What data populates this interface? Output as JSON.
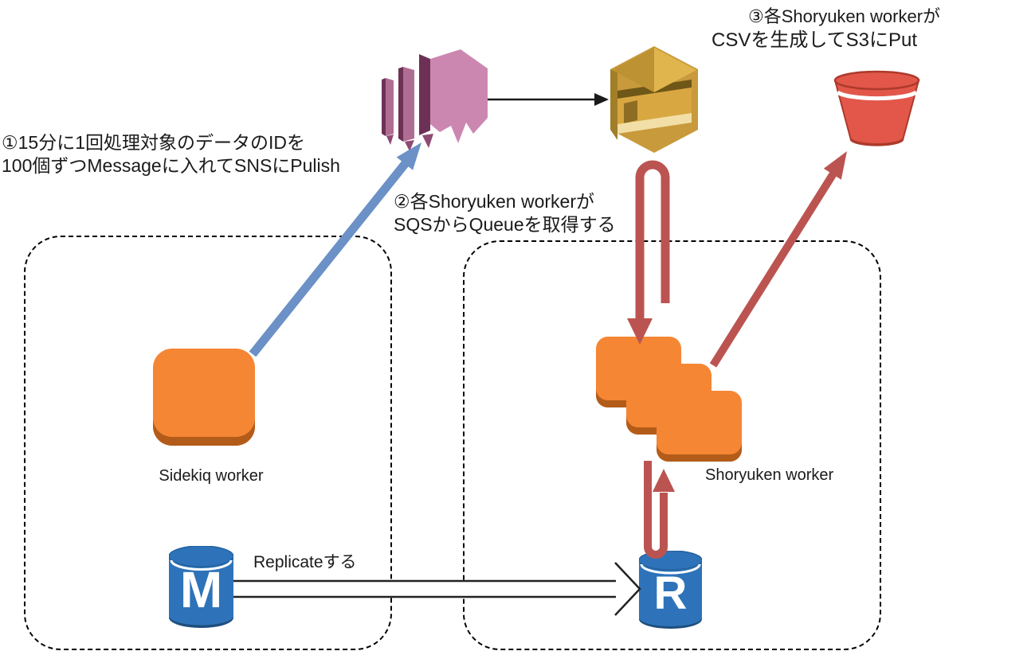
{
  "background": "#FFFFFF",
  "colors": {
    "worker_orange": "#F58634",
    "worker_orange_dark": "#B35C1A",
    "sns_purple_light": "#CC87B1",
    "sns_purple_dark": "#6E3156",
    "sqs_gold": "#D9A741",
    "s3_red": "#E2574A",
    "db_blue": "#2E73B9",
    "arrow_blue": "#6B91C7",
    "arrow_red": "#BB5451",
    "outline_black": "#1A1A1A"
  },
  "annotations": {
    "step1": {
      "line1": "①15分に1回処理対象のデータのIDを",
      "line2": "100個ずつMessageに入れてSNSにPulish"
    },
    "step2": {
      "line1": "②各Shoryuken workerが",
      "line2": "SQSからQueueを取得する"
    },
    "step3": {
      "line1": "③各Shoryuken workerが",
      "line2": "CSVを生成してS3にPut"
    }
  },
  "labels": {
    "sidekiq_worker": "Sidekiq worker",
    "shoryuken_worker": "Shoryuken worker",
    "replicate": "Replicateする",
    "master_db_letter": "M",
    "replica_db_letter": "R"
  },
  "icons": {
    "sns": "sns-icon",
    "sqs": "sqs-icon",
    "s3": "s3-bucket-icon",
    "sidekiq": "worker-square-icon",
    "shoryuken": "worker-square-stack-icon",
    "master_db": "database-cylinder-icon",
    "replica_db": "database-cylinder-icon"
  }
}
